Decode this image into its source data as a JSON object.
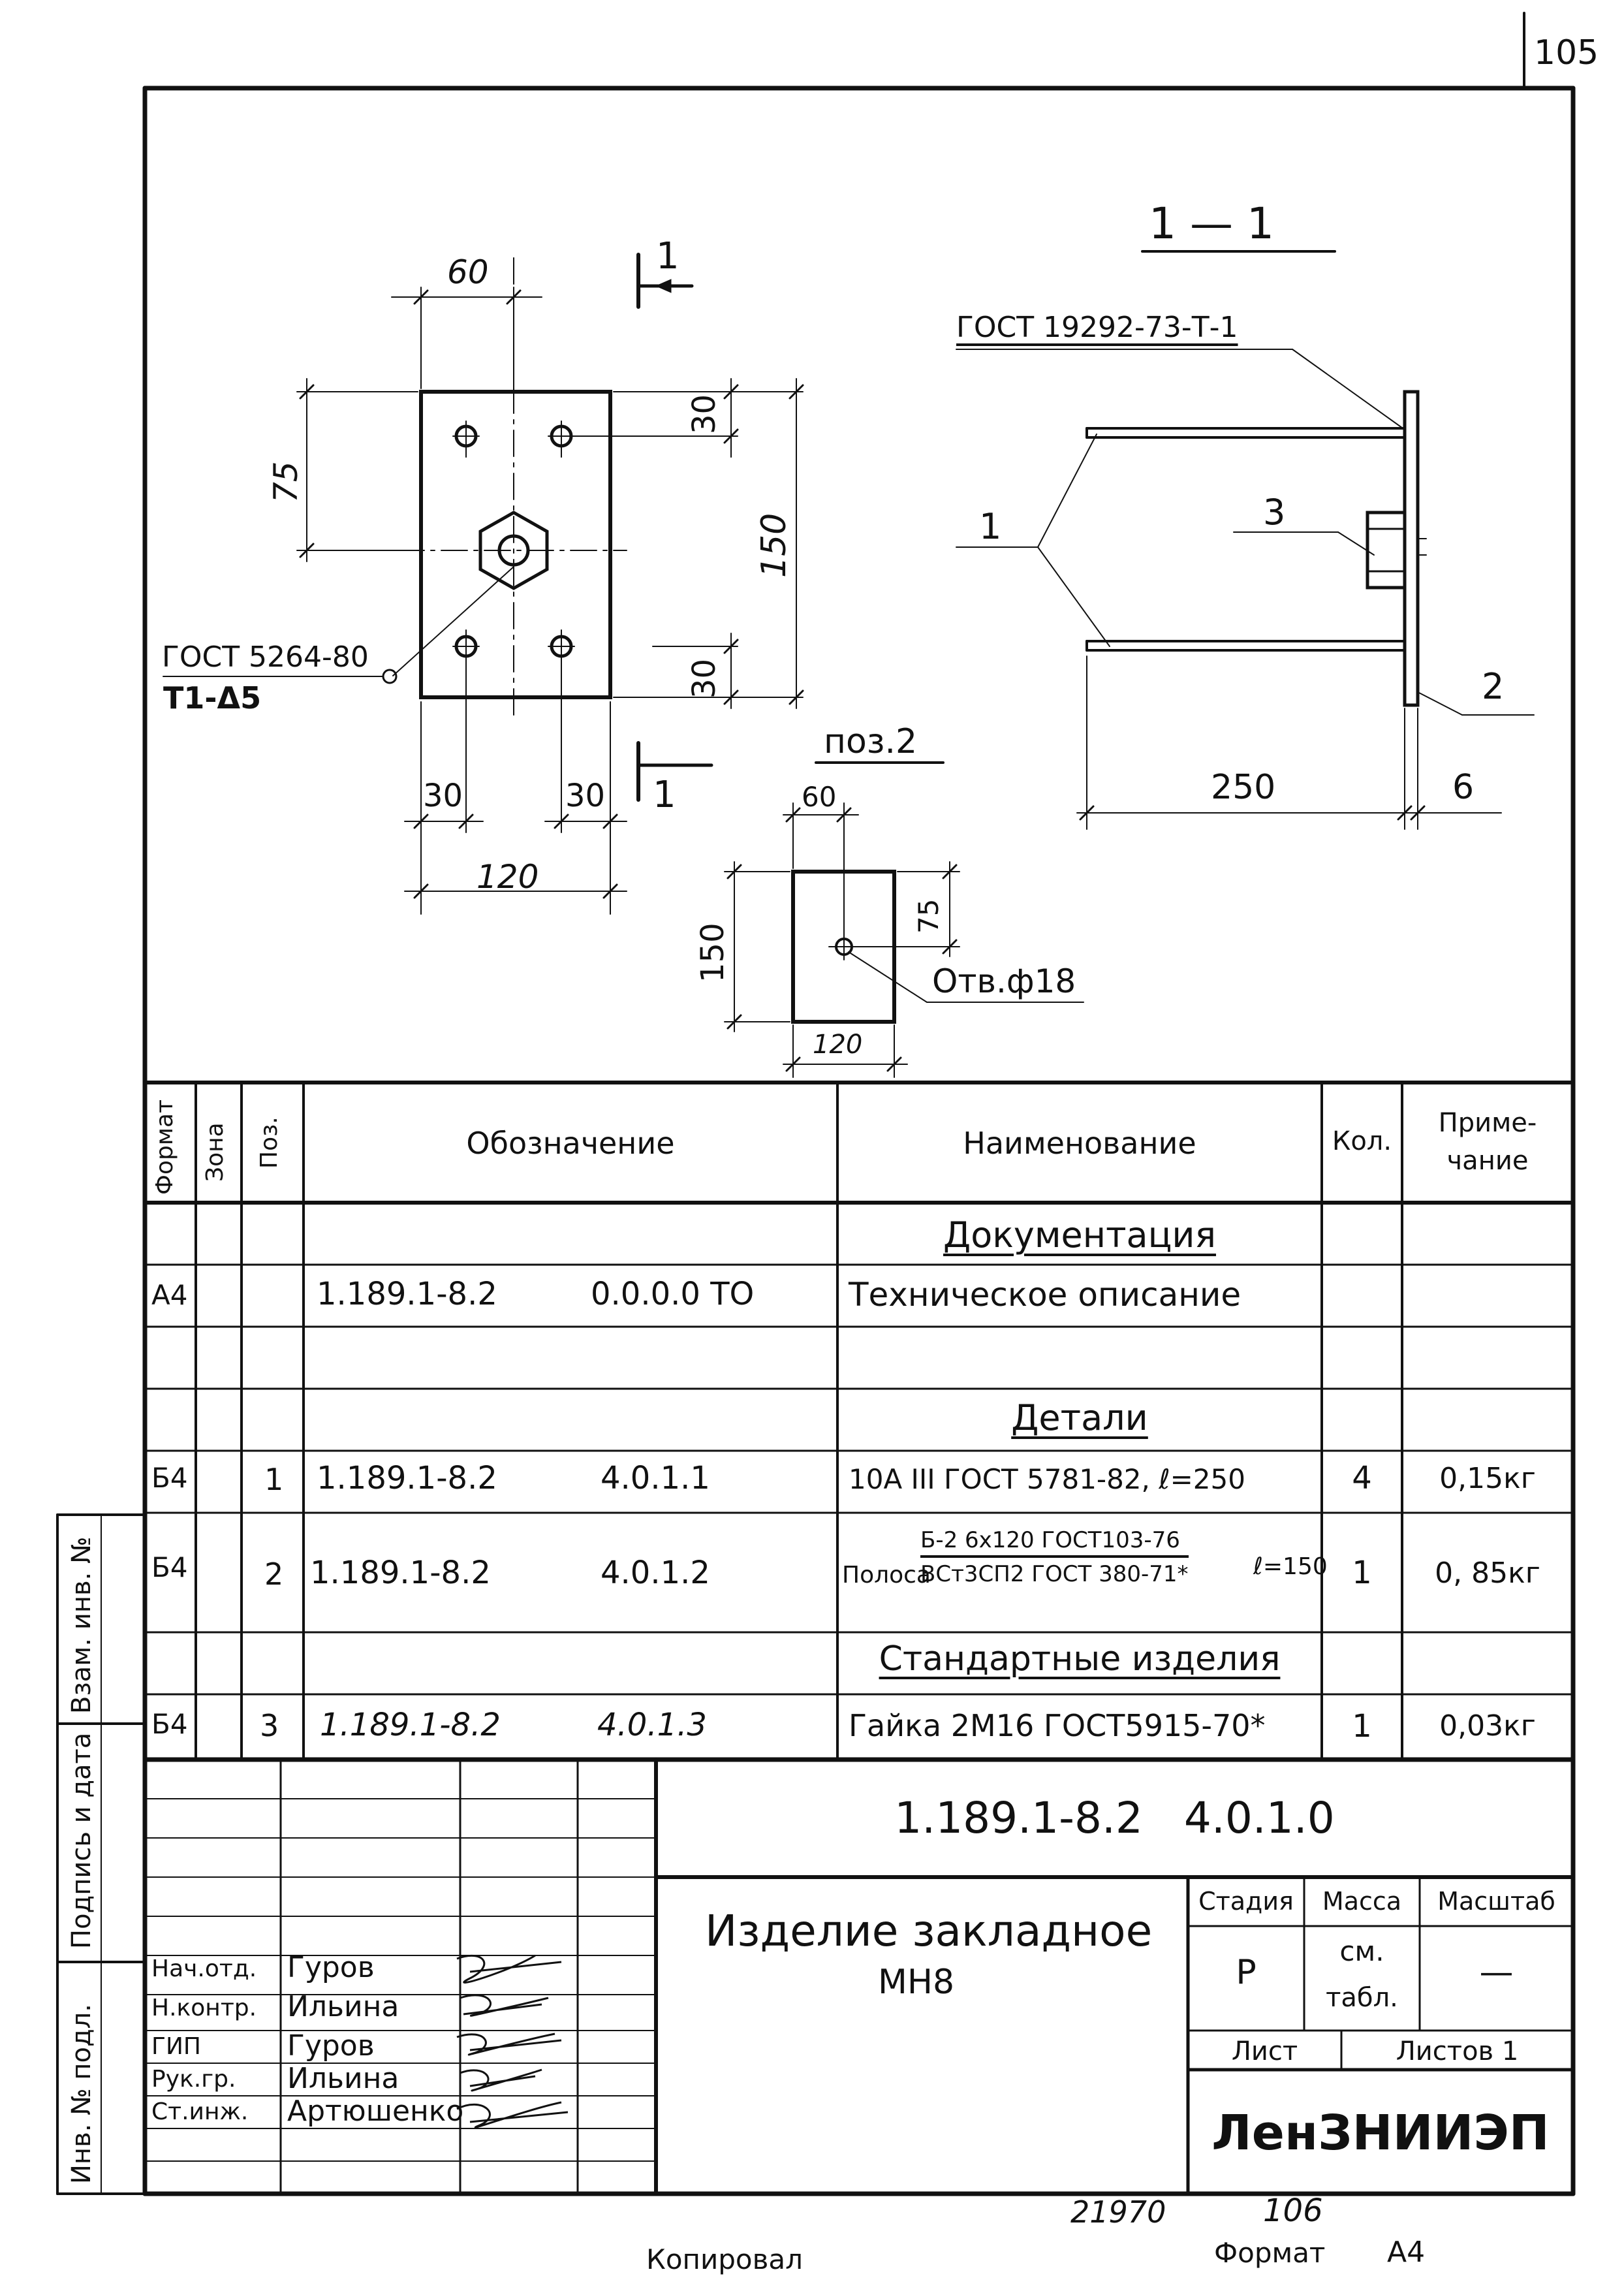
{
  "page_number": "105",
  "section": {
    "title": "1 — 1",
    "gost_weld": "ГОСТ 19292-73-Т-1",
    "callouts": [
      "1",
      "2",
      "3"
    ],
    "dims": {
      "length": "250",
      "thickness": "6"
    }
  },
  "plan_view": {
    "dims": {
      "top_width": "60",
      "left_75": "75",
      "right_30_top": "30",
      "right_150": "150",
      "right_30_bottom": "30",
      "bottom_30_left": "30",
      "bottom_30_right": "30",
      "bottom_120": "120"
    },
    "weld_ref_line1": "ГОСТ 5264-80",
    "weld_ref_line2": "Т1-Δ5",
    "cut_marks": [
      "1",
      "1"
    ]
  },
  "detail_pos2": {
    "title": "поз.2",
    "dims": {
      "top_60": "60",
      "left_150": "150",
      "right_75": "75",
      "bottom_120": "120"
    },
    "hole_note": "Отв.ф18"
  },
  "spec_table": {
    "headers": {
      "format": "Формат",
      "zone": "Зона",
      "pos": "Поз.",
      "designation": "Обозначение",
      "name": "Наименование",
      "qty": "Кол.",
      "note_line1": "Приме-",
      "note_line2": "чание"
    },
    "section_documentation": "Документация",
    "row_doc": {
      "format": "А4",
      "designation_a": "1.189.1-8.2",
      "designation_b": "0.0.0.0 ТО",
      "name": "Техническое описание"
    },
    "section_details": "Детали",
    "row_1": {
      "format": "Б4",
      "pos": "1",
      "designation_a": "1.189.1-8.2",
      "designation_b": "4.0.1.1",
      "name": "10А III ГОСТ 5781-82, ℓ=250",
      "qty": "4",
      "note": "0,15кг"
    },
    "row_2": {
      "format": "Б4",
      "pos": "2",
      "designation_a": "1.189.1-8.2",
      "designation_b": "4.0.1.2",
      "name_prefix": "Полоса",
      "name_top": "Б-2 6х120 ГОСТ103-76",
      "name_bottom": "ВСт3СП2 ГОСТ 380-71*",
      "name_suffix": "ℓ=150",
      "qty": "1",
      "note": "0, 85кг"
    },
    "section_standard": "Стандартные изделия",
    "row_3": {
      "format": "Б4",
      "pos": "3",
      "designation_a": "1.189.1-8.2",
      "designation_b": "4.0.1.3",
      "name": "Гайка 2М16 ГОСТ5915-70*",
      "qty": "1",
      "note": "0,03кг"
    }
  },
  "title_block": {
    "document_code": "1.189.1-8.2   4.0.1.0",
    "title_line1": "Изделие закладное",
    "title_line2": "МН8",
    "stage_label": "Стадия",
    "mass_label": "Масса",
    "scale_label": "Масштаб",
    "stage_value": "Р",
    "mass_value_line1": "см.",
    "mass_value_line2": "табл.",
    "scale_value": "—",
    "sheet_label": "Лист",
    "sheets_label": "Листов 1",
    "organization": "ЛенЗНИИЭП",
    "staff": [
      {
        "role": "Нач.отд.",
        "name": "Гуров"
      },
      {
        "role": "Н.контр.",
        "name": "Ильина"
      },
      {
        "role": "ГИП",
        "name": "Гуров"
      },
      {
        "role": "Рук.гр.",
        "name": "Ильина"
      },
      {
        "role": "Ст.инж.",
        "name": "Артюшенко"
      }
    ]
  },
  "side_stamps": {
    "vzam": "Взам. инв. №",
    "podpis": "Подпись и дата",
    "inv": "Инв. № подл."
  },
  "footer": {
    "number_left": "21970",
    "number_right": "106",
    "copied": "Копировал",
    "format_label": "Формат",
    "format_value": "А4"
  }
}
